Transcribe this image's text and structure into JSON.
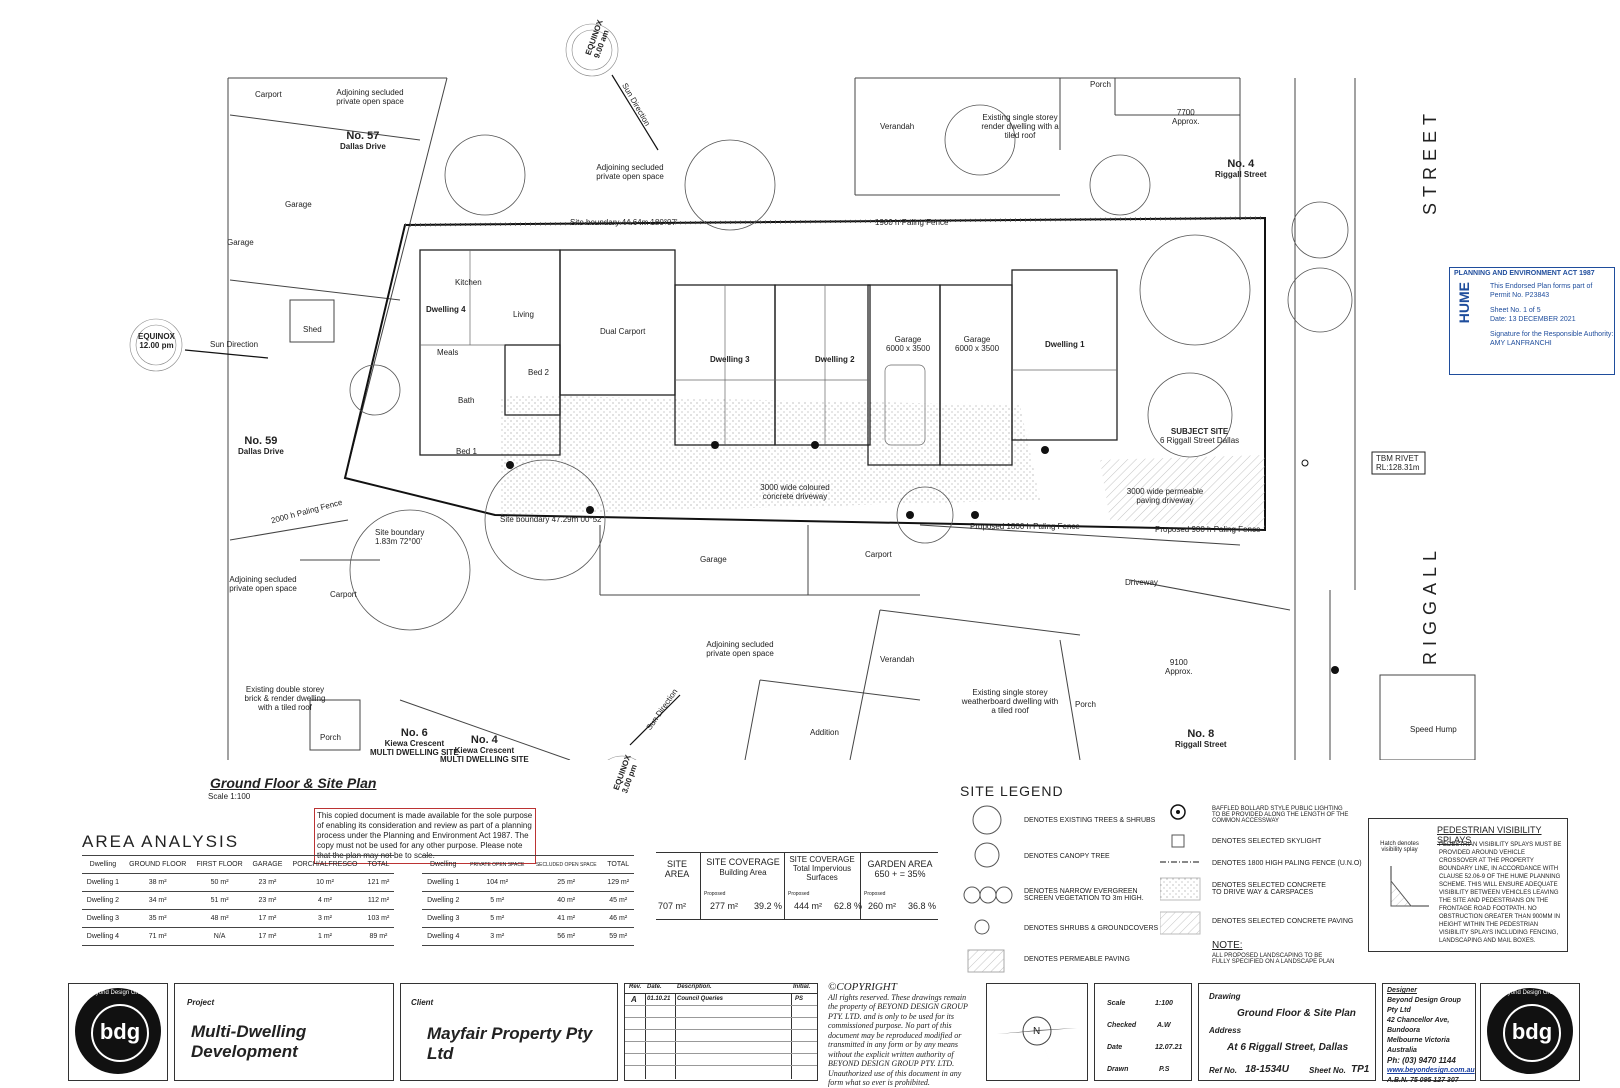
{
  "plan": {
    "drawing_title": "Ground Floor & Site Plan",
    "scale_label": "Scale  1:100",
    "street_word_1": "STREET",
    "street_word_2": "RIGGALL",
    "equinox": [
      {
        "label": "EQUINOX",
        "time": "9.00 am"
      },
      {
        "label": "EQUINOX",
        "time": "12.00 pm"
      },
      {
        "label": "EQUINOX",
        "time": "3.00 pm"
      }
    ],
    "sun_direction": "Sun Direction",
    "neighbours": [
      {
        "name": "No. 57",
        "street": "Dallas Drive"
      },
      {
        "name": "No. 59",
        "street": "Dallas Drive"
      },
      {
        "name": "No. 4",
        "street": "Riggall Street"
      },
      {
        "name": "No. 6",
        "street": "Kiewa Crescent",
        "note": "MULTI DWELLING SITE"
      },
      {
        "name": "No. 4",
        "street": "Kiewa Crescent",
        "note": "MULTI DWELLING SITE"
      },
      {
        "name": "No. 8",
        "street": "Riggall Street"
      }
    ],
    "labels": {
      "carport": "Carport",
      "garage": "Garage",
      "shed": "Shed",
      "porch": "Porch",
      "verandah": "Verandah",
      "addition": "Addition",
      "driveway": "Driveway",
      "speed_hump": "Speed Hump",
      "adjoining_pos": "Adjoining secluded private open space",
      "existing_single_render": "Existing single storey render dwelling with a tiled roof",
      "existing_double": "Existing double storey brick & render dwelling with a tiled roof",
      "existing_single_weather": "Existing single storey weatherboard dwelling with a tiled roof",
      "site_boundary_top": "Site boundary 44.64m 180°07'",
      "site_boundary_bottom": "Site boundary 47.29m 00°52'",
      "site_boundary_left": "Site boundary 1.83m 72°00'",
      "palisade_top": "1900 h Paling Fence",
      "prop_fence_1": "Proposed 1800 h Paling Fence",
      "prop_fence_2": "Proposed 900 h Paling Fence",
      "fence_2000": "2000 h Paling Fence",
      "dwelling_1": "Dwelling 1",
      "dwelling_2": "Dwelling 2",
      "dwelling_3": "Dwelling 3",
      "dwelling_4": "Dwelling 4",
      "dual_carport": "Dual Carport",
      "garage_size": "6000 x 3500",
      "subject_site": "SUBJECT SITE",
      "subject_addr": "6 Riggall Street Dallas",
      "concrete_driveway": "3000 wide coloured concrete driveway",
      "permeable_driveway": "3000 wide permeable paving driveway",
      "tbm": "TBM RIVET",
      "tbm_rl": "RL:128.31m",
      "dim_7700": "7700",
      "dim_9100": "9100",
      "approx": "Approx.",
      "kitchen": "Kitchen",
      "living": "Living",
      "meals": "Meals",
      "bed1": "Bed 1",
      "bed2": "Bed 2",
      "bath": "Bath",
      "garage_word": "Garage"
    }
  },
  "permit": {
    "act": "PLANNING AND ENVIRONMENT ACT 1987",
    "line1": "This Endorsed Plan forms part of",
    "line2": "Permit No. P23843",
    "sheet": "Sheet No. 1 of 5",
    "date": "Date: 13 DECEMBER 2021",
    "sig": "Signature for the Responsible Authority:",
    "name": "AMY LANFRANCHI",
    "logo": "HUME"
  },
  "notice": "This copied document is made available for the sole purpose of enabling its consideration and review as part of a planning process under the Planning and Environment Act 1987. The copy must not be used for any other purpose. Please note that the plan may not be to scale.",
  "area_analysis": {
    "title": "AREA  ANALYSIS",
    "headers": [
      "Dwelling",
      "GROUND FLOOR",
      "FIRST FLOOR",
      "GARAGE",
      "PORCH/ALFRESCO",
      "TOTAL"
    ],
    "rows": [
      [
        "Dwelling 1",
        "38 m²",
        "50 m²",
        "23 m²",
        "10 m²",
        "121 m²"
      ],
      [
        "Dwelling 2",
        "34 m²",
        "51 m²",
        "23 m²",
        "4 m²",
        "112 m²"
      ],
      [
        "Dwelling 3",
        "35 m²",
        "48 m²",
        "17 m²",
        "3 m²",
        "103 m²"
      ],
      [
        "Dwelling 4",
        "71 m²",
        "N/A",
        "17 m²",
        "1 m²",
        "89 m²"
      ]
    ]
  },
  "open_space": {
    "headers": [
      "Dwelling",
      "PRIVATE OPEN SPACE",
      "SECLUDED OPEN SPACE",
      "TOTAL"
    ],
    "rows": [
      [
        "Dwelling 1",
        "104 m²",
        "25 m²",
        "129 m²"
      ],
      [
        "Dwelling 2",
        "5 m²",
        "40 m²",
        "45 m²"
      ],
      [
        "Dwelling 3",
        "5 m²",
        "41 m²",
        "46 m²"
      ],
      [
        "Dwelling 4",
        "3 m²",
        "56 m²",
        "59 m²"
      ]
    ]
  },
  "site_coverage": {
    "site_area_label": "SITE AREA",
    "site_area": "707 m²",
    "col1_title": "SITE COVERAGE",
    "col1_sub": "Building Area",
    "col1_proposed": "277 m²",
    "col1_pct": "39.2 %",
    "col2_title": "SITE COVERAGE",
    "col2_sub": "Total Impervious Surfaces",
    "col2_proposed": "444 m²",
    "col2_pct": "62.8 %",
    "col3_title": "GARDEN AREA",
    "col3_sub": "650 + = 35%",
    "col3_proposed": "260 m²",
    "col3_pct": "36.8 %",
    "proposed_label": "Proposed"
  },
  "legend": {
    "title": "SITE LEGEND",
    "items": [
      "DENOTES EXISTING TREES & SHRUBS",
      "DENOTES CANOPY TREE",
      "DENOTES NARROW EVERGREEN SCREEN VEGETATION TO 3m HIGH.",
      "DENOTES SHRUBS & GROUNDCOVERS",
      "DENOTES PERMEABLE PAVING",
      "BAFFLED BOLLARD STYLE PUBLIC LIGHTING TO BE PROVIDED ALONG THE LENGTH OF THE COMMON ACCESSWAY",
      "DENOTES SELECTED SKYLIGHT",
      "DENOTES 1800 HIGH PALING FENCE (U.N.O)",
      "DENOTES SELECTED CONCRETE TO DRIVE WAY & CARSPACES",
      "DENOTES SELECTED CONCRETE PAVING"
    ],
    "note_title": "NOTE:",
    "note": "ALL PROPOSED LANDSCAPING TO BE FULLY SPECIFIED ON A LANDSCAPE PLAN"
  },
  "splays": {
    "title": "PEDESTRIAN VISIBILITY SPLAYS",
    "hatch_label": "Hatch denotes visibility splay",
    "text": "PEDESTRIAN VISIBILITY SPLAYS MUST BE PROVIDED AROUND VEHICLE CROSSOVER AT THE PROPERTY BOUNDARY LINE, IN ACCORDANCE WITH CLAUSE 52.06-9 OF THE HUME PLANNING SCHEME. THIS WILL ENSURE ADEQUATE VISIBILITY BETWEEN VEHICLES LEAVING THE SITE AND PEDESTRIANS ON THE FRONTAGE ROAD FOOTPATH. NO OBSTRUCTION GREATER THAN 900MM IN HEIGHT WITHIN THE PEDESTRIAN VISIBILITY SPLAYS INCLUDING FENCING, LANDSCAPING AND MAIL BOXES."
  },
  "title_block": {
    "logo_text": "bdg",
    "logo_ring": "Beyond Design Group",
    "project_label": "Project",
    "project": "Multi-Dwelling Development",
    "client_label": "Client",
    "client": "Mayfair Property Pty Ltd",
    "rev_headers": [
      "Rev.",
      "Date.",
      "Description.",
      "Initial."
    ],
    "rev_row": [
      "A",
      "01.10.21",
      "Council Queries",
      "PS"
    ],
    "copyright_title": "©COPYRIGHT",
    "copyright": "All rights reserved. These drawings remain the property of BEYOND DESIGN GROUP PTY. LTD. and is only to be used for its commissioned purpose. No part of this document may be reproduced modified or transmitted in any form or by any means without the explicit written authority of BEYOND DESIGN GROUP PTY. LTD. Unauthorized use of this document in any form what so ever is prohibited.",
    "scale_label": "Scale",
    "scale": "1:100",
    "checked_label": "Checked",
    "checked": "A.W",
    "date_label": "Date",
    "date": "12.07.21",
    "drawn_label": "Drawn",
    "drawn": "P.S",
    "drawing_label": "Drawing",
    "drawing": "Ground Floor & Site Plan",
    "address_label": "Address",
    "address": "At 6 Riggall Street, Dallas",
    "ref_label": "Ref No.",
    "ref": "18-1534U",
    "sheet_label": "Sheet No.",
    "sheet": "TP1",
    "designer_label": "Designer",
    "designer": "Beyond Design Group Pty Ltd",
    "designer_addr1": "42 Chancellor Ave, Bundoora",
    "designer_addr2": "Melbourne Victoria Australia",
    "phone": "Ph:  (03) 9470 1144",
    "web": "www.beyondesign.com.au",
    "abn": "A.B.N. 75 095 127 307"
  }
}
